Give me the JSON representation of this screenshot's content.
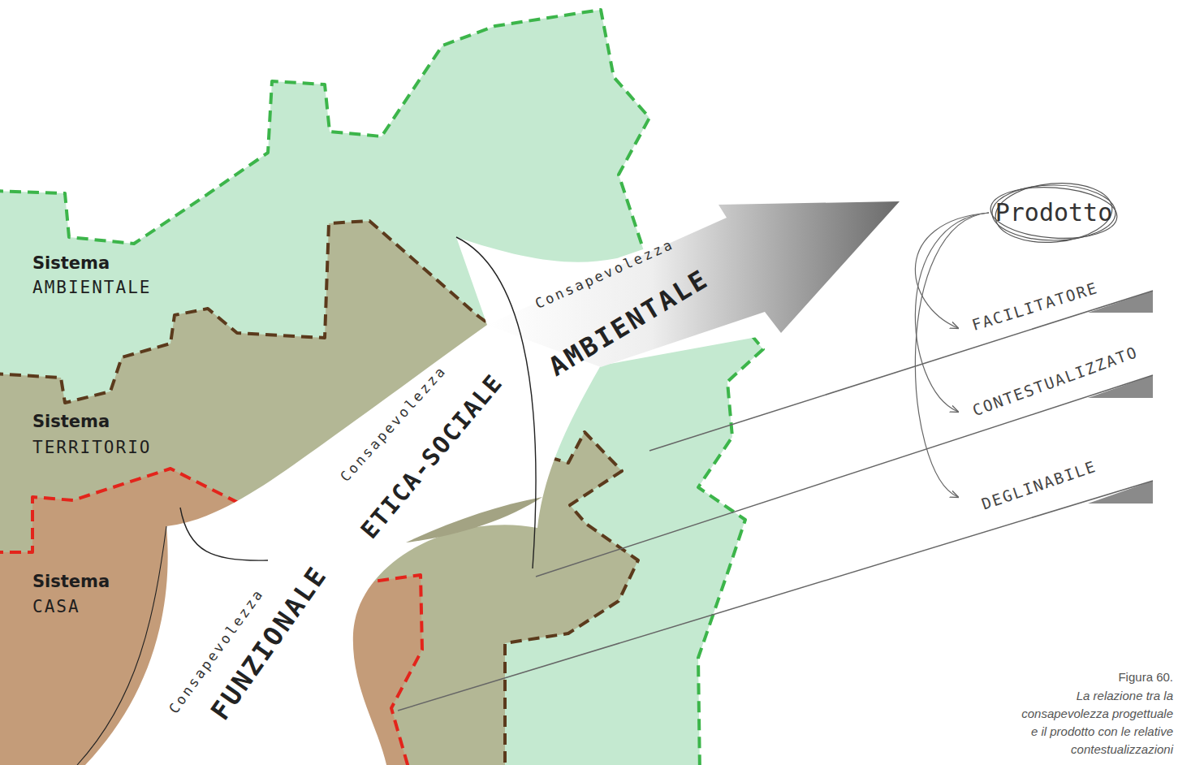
{
  "diagram": {
    "caption": "La relazione tra la consapevolezza progettuale e il prodotto con le relative contestualizzazioni",
    "nodes": [
      {
        "text": [
          "Sistema",
          "AMBIENTALE"
        ]
      },
      {
        "text": [
          "Sistema",
          "TERRITORIO"
        ]
      },
      {
        "text": [
          "Sistema",
          "CASA"
        ]
      },
      {
        "text": [
          "Prodotto"
        ]
      },
      {
        "text": [
          "FACILITATORE"
        ]
      },
      {
        "text": [
          "CONTESTUALIZZATO"
        ]
      },
      {
        "text": [
          "DEGLINABILE"
        ]
      }
    ],
    "edges": [
      {
        "from": 3,
        "to": 4,
        "arrow": "to"
      },
      {
        "from": 3,
        "to": 5,
        "arrow": "to"
      },
      {
        "from": 3,
        "to": 6,
        "arrow": "to"
      }
    ],
    "labels": [
      "Consapevolezza",
      "FUNZIONALE",
      "Consapevolezza",
      "ETICA-SOCIALE",
      "Consapevolezza",
      "AMBIENTALE",
      "Figura 60."
    ]
  }
}
